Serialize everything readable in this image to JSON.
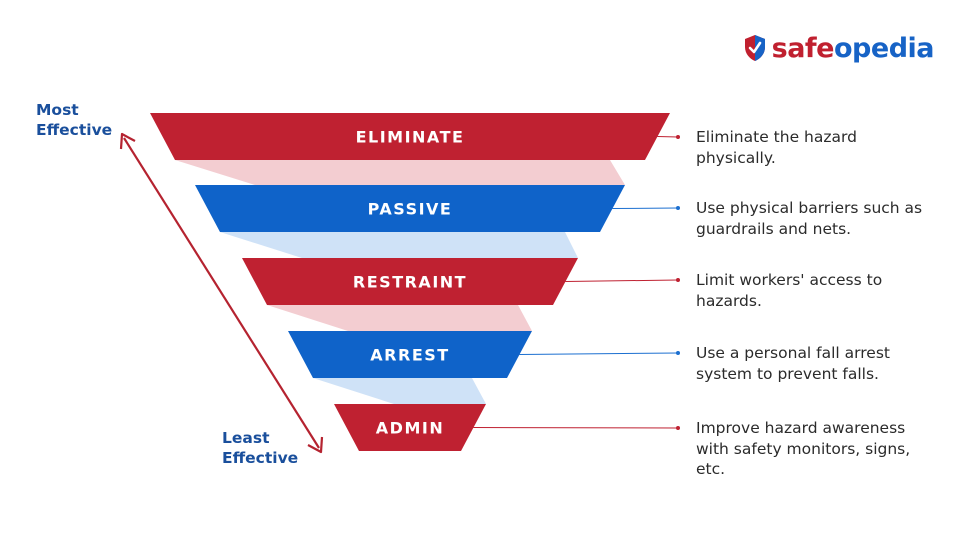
{
  "brand": {
    "part1": "safe",
    "part2": "opedia",
    "red": "#c0202f",
    "blue": "#1763c6"
  },
  "axis": {
    "top_line1": "Most",
    "top_line2": "Effective",
    "bottom_line1": "Least",
    "bottom_line2": "Effective",
    "arrow_color": "#b52330"
  },
  "levels": [
    {
      "label": "ELIMINATE",
      "desc": "Eliminate the hazard physically.",
      "color": "#bf2131",
      "connector_color": "#bf2131"
    },
    {
      "label": "PASSIVE",
      "desc": "Use physical barriers such as guardrails and nets.",
      "color": "#0f63c9",
      "connector_color": "#1b6fd0"
    },
    {
      "label": "RESTRAINT",
      "desc": "Limit workers' access to hazards.",
      "color": "#bf2131",
      "connector_color": "#bf2131"
    },
    {
      "label": "ARREST",
      "desc": "Use a personal fall arrest system to prevent falls.",
      "color": "#0f63c9",
      "connector_color": "#1b6fd0"
    },
    {
      "label": "ADMIN",
      "desc": "Improve hazard awareness with safety monitors, signs, etc.",
      "color": "#bf2131",
      "connector_color": "#bf2131"
    }
  ],
  "shadow_colors": {
    "red": "#f3cdd1",
    "blue": "#cfe2f7"
  }
}
